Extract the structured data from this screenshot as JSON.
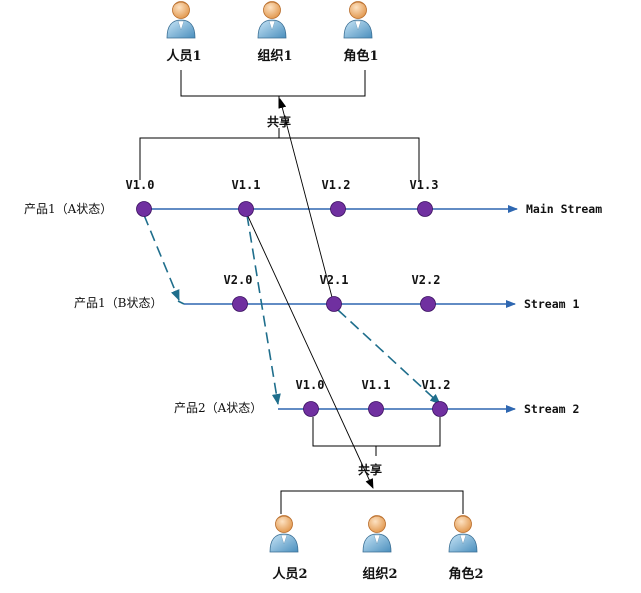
{
  "colors": {
    "node": "#7030a0",
    "stream_line": "#2e67b1",
    "dashed": "#1f6e8c",
    "connector": "#000000"
  },
  "top_roles": [
    "人员1",
    "组织1",
    "角色1"
  ],
  "bottom_roles": [
    "人员2",
    "组织2",
    "角色2"
  ],
  "share_label_top": "共享",
  "share_label_bottom": "共享",
  "streams": [
    {
      "product": "产品1（A状态）",
      "name": "Main Stream",
      "versions": [
        "V1.0",
        "V1.1",
        "V1.2",
        "V1.3"
      ]
    },
    {
      "product": "产品1（B状态）",
      "name": "Stream 1",
      "versions": [
        "V2.0",
        "V2.1",
        "V2.2"
      ]
    },
    {
      "product": "产品2（A状态）",
      "name": "Stream 2",
      "versions": [
        "V1.0",
        "V1.1",
        "V1.2"
      ]
    }
  ],
  "icon": "person-icon"
}
